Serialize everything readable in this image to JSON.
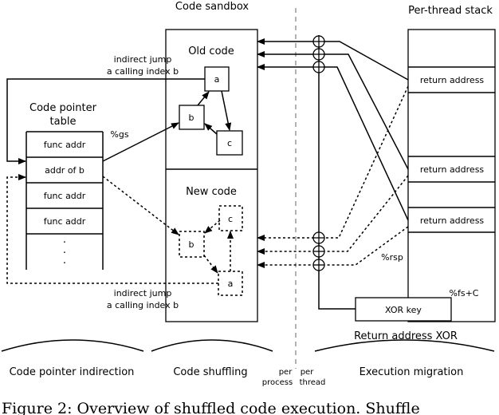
{
  "labels": {
    "code_sandbox": "Code sandbox",
    "per_thread_stack": "Per-thread stack",
    "old_code": "Old code",
    "new_code": "New code",
    "code_pointer_table": [
      "Code pointer",
      "table"
    ],
    "gs": "%gs",
    "rsp": "%rsp",
    "fs_c": "%fs+C",
    "jump_top": [
      "indirect jump",
      "a calling index b"
    ],
    "jump_bottom": [
      "indirect jump",
      "a calling index b"
    ],
    "return_address_xor": "Return address XOR",
    "xor_key": "XOR key",
    "per_process": [
      "per",
      "process"
    ],
    "per_thread": [
      "per",
      "thread"
    ]
  },
  "table_rows": [
    "func addr",
    "addr of b",
    "func addr",
    "func addr"
  ],
  "table_ellipsis": [
    "·",
    "·",
    "·"
  ],
  "old_code_nodes": [
    "a",
    "b",
    "c"
  ],
  "new_code_nodes": [
    "c",
    "b",
    "a"
  ],
  "stack_entries": [
    "return address",
    "return address",
    "return address"
  ],
  "sections": [
    "Code pointer indirection",
    "Code shuffling",
    "Execution migration"
  ],
  "caption": "Figure 2: Overview of shuffled code execution. Shuffle",
  "colors": {
    "divider": "#999999",
    "ink": "#000000"
  }
}
